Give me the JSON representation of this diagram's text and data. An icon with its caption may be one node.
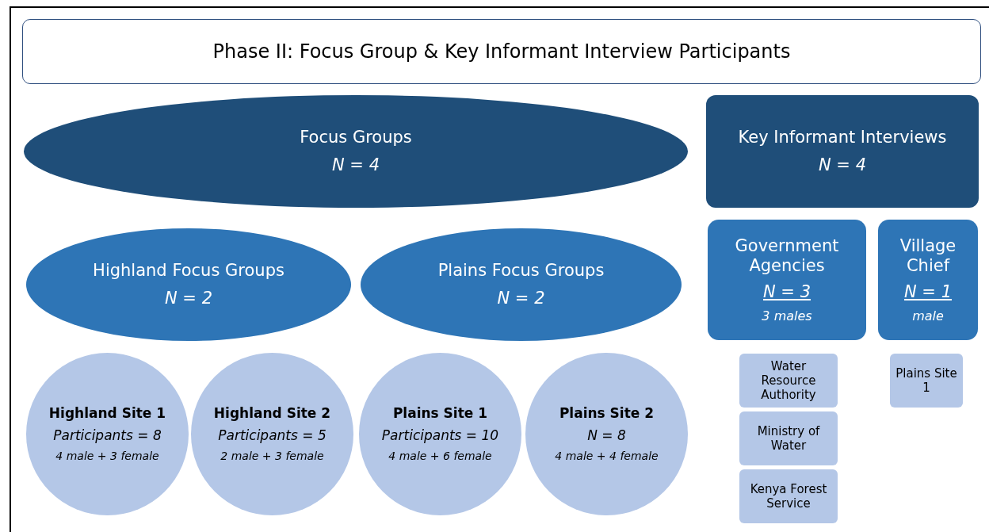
{
  "diagram": {
    "nodes": [
      {
        "text": [
          "Phase II: Focus Group & Key Informant Interview Participants"
        ]
      },
      {
        "text": [
          "Focus Groups",
          "N = 4"
        ]
      },
      {
        "text": [
          "Key Informant Interviews",
          "N = 4"
        ]
      },
      {
        "text": [
          "Highland Focus Groups",
          "N = 2"
        ]
      },
      {
        "text": [
          "Plains Focus Groups",
          "N = 2"
        ]
      },
      {
        "text": [
          "Government Agencies",
          "N = 3",
          "3 males"
        ]
      },
      {
        "text": [
          "Village Chief",
          "N = 1",
          "male"
        ]
      },
      {
        "text": [
          "Highland Site 1",
          "Participants = 8",
          "4 male + 3 female"
        ]
      },
      {
        "text": [
          "Highland Site 2",
          "Participants = 5",
          "2 male + 3 female"
        ]
      },
      {
        "text": [
          "Plains Site 1",
          "Participants = 10",
          "4 male + 6 female"
        ]
      },
      {
        "text": [
          "Plains Site 2",
          "N = 8",
          "4 male + 4 female"
        ]
      },
      {
        "text": [
          "Water Resource Authority"
        ]
      },
      {
        "text": [
          "Plains Site 1"
        ]
      },
      {
        "text": [
          "Ministry of Water"
        ]
      },
      {
        "text": [
          "Kenya Forest Service"
        ]
      }
    ]
  }
}
